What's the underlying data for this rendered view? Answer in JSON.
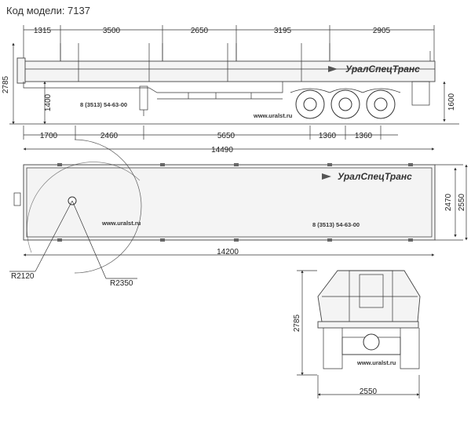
{
  "header": {
    "model_label": "Код модели: 7137"
  },
  "side_view": {
    "top_dims": [
      "1315",
      "3500",
      "2650",
      "3195",
      "2905"
    ],
    "bottom_dims": [
      "1700",
      "2460",
      "5650",
      "1360",
      "1360"
    ],
    "overall_length": "14490",
    "height_left": "2785",
    "deck_height": "1400",
    "rear_height": "1600",
    "phone": "8 (3513) 54-63-00",
    "website": "www.uralst.ru",
    "brand": "УралСпецТранс"
  },
  "top_view": {
    "length": "14200",
    "width_inner": "2470",
    "width_outer": "2550",
    "radius_front": "R2120",
    "radius_rear": "R2350",
    "phone": "8 (3513) 54-63-00",
    "website": "www.uralst.ru",
    "brand": "УралСпецТранс"
  },
  "rear_view": {
    "height": "2785",
    "width": "2550",
    "website": "www.uralst.ru"
  }
}
